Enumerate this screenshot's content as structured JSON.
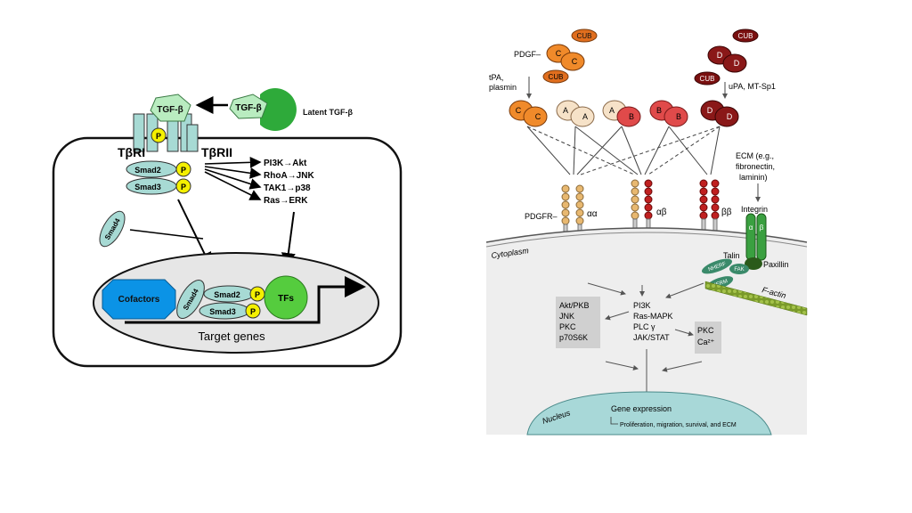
{
  "left": {
    "tgf_label": "TGF-β",
    "latent_tgf_label": "Latent TGF-β",
    "phospho": "P",
    "receptor_1": "TβRI",
    "receptor_2": "TβRII",
    "smad2": "Smad2",
    "smad3": "Smad3",
    "smad4": "Smad4",
    "pathways": [
      "PI3K→Akt",
      "RhoA→JNK",
      "TAK1→p38",
      "Ras→ERK"
    ],
    "cofactors": "Cofactors",
    "tfs": "TFs",
    "target_genes": "Target genes"
  },
  "right": {
    "pdgf_label": "PDGF–",
    "tpa_label_1": "tPA,",
    "tpa_label_2": "plasmin",
    "upa_label": "uPA, MT-Sp1",
    "cub": "CUB",
    "dimers": [
      {
        "a": "C",
        "b": "C"
      },
      {
        "a": "A",
        "b": "A"
      },
      {
        "a": "A",
        "b": "B"
      },
      {
        "a": "B",
        "b": "B"
      },
      {
        "a": "D",
        "b": "D"
      }
    ],
    "latent_c": [
      "C",
      "C"
    ],
    "latent_d": [
      "D",
      "D"
    ],
    "ecm_lines": [
      "ECM (e.g.,",
      "fibronectin,",
      "laminin)"
    ],
    "pdgfr_label": "PDGFR–",
    "receptor_types": [
      "αα",
      "αβ",
      "ββ"
    ],
    "integrin_label": "Integrin",
    "integrin_alpha": "α",
    "integrin_beta": "β",
    "talin_label": "Talin",
    "paxillin_label": "Paxillin",
    "cytoplasm_label": "Cytoplasm",
    "nherf_label": "NHERF",
    "fak_label": "FAK",
    "merm_label": "MERM",
    "factin_label": "F-actin",
    "box_left": [
      "Akt/PKB",
      "JNK",
      "PKC",
      "p70S6K"
    ],
    "box_mid": [
      "PI3K",
      "Ras-MAPK",
      "PLC γ",
      "JAK/STAT"
    ],
    "box_right": [
      "PKC",
      "Ca²⁺"
    ],
    "nucleus_label": "Nucleus",
    "gene_expression": "Gene expression",
    "outcomes": "Proliferation, migration, survival, and ECM"
  }
}
